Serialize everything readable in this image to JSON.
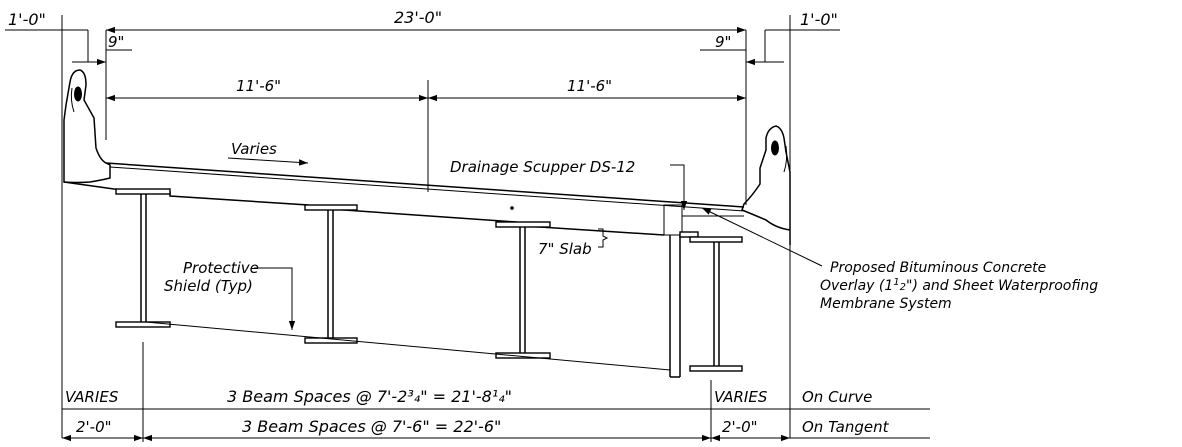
{
  "dimensions": {
    "left_rail": "1'-0\"",
    "overall_width": "23'-0\"",
    "right_rail": "1'-0\"",
    "left_offset": "9\"",
    "right_offset": "9\"",
    "left_lane": "11'-6\"",
    "right_lane": "11'-6\""
  },
  "notes": {
    "slope": "Varies",
    "scupper": "Drainage Scupper DS-12",
    "slab": "7\" Slab",
    "shield_line1": "Protective",
    "shield_line2": "Shield (Typ)",
    "overlay_line1": "Proposed Bituminous Concrete",
    "overlay_line2_a": "Overlay (1",
    "overlay_frac_num": "1",
    "overlay_frac_den": "2",
    "overlay_line2_b": "\") and Sheet Waterproofing",
    "overlay_line3": "Membrane System"
  },
  "beam_spacing": {
    "curve": {
      "left": "VARIES",
      "main": "3 Beam Spaces @ 7'-2³₄\" = 21'-8¹₄\"",
      "right": "VARIES",
      "label": "On Curve"
    },
    "tangent": {
      "left": "2'-0\"",
      "main": "3 Beam Spaces @ 7'-6\" = 22'-6\"",
      "right": "2'-0\"",
      "label": "On Tangent"
    }
  }
}
